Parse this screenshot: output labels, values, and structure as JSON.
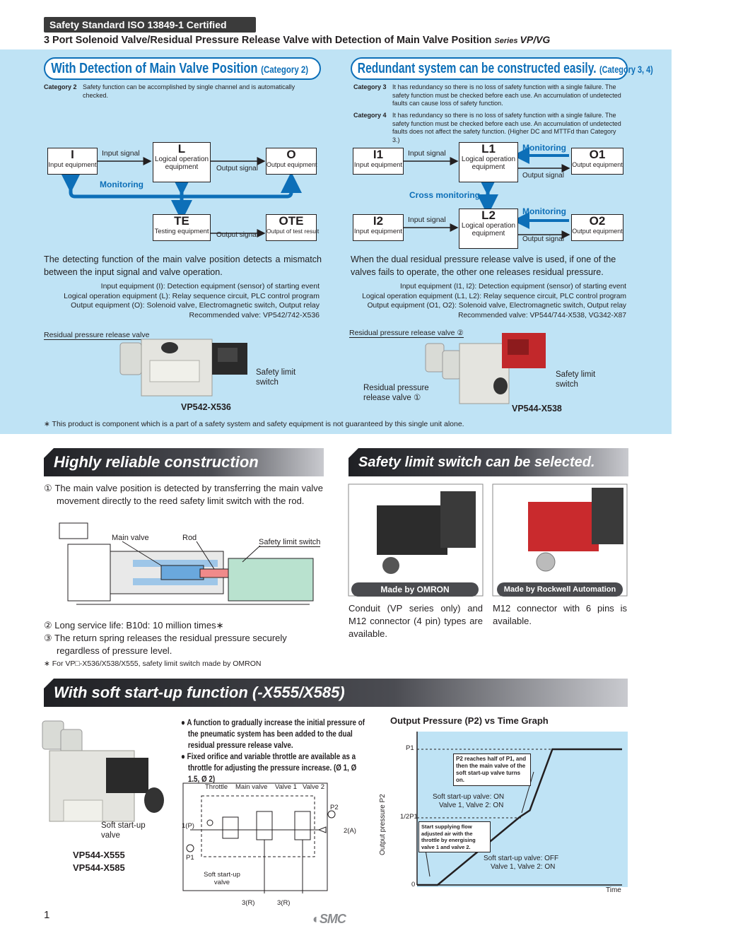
{
  "header": {
    "cert": "Safety Standard ISO 13849-1 Certified",
    "title": "3 Port Solenoid Valve/Residual Pressure Release Valve with Detection of Main Valve Position",
    "series_prefix": "Series",
    "series_name": "VP/VG"
  },
  "left_panel": {
    "pill_main": "With Detection of Main Valve Position",
    "pill_cat": "(Category 2)",
    "cat_label": "Category 2",
    "cat_text": "Safety function can be accomplished by single channel and is automatically checked.",
    "boxes": {
      "I": {
        "big": "I",
        "small": "Input equipment"
      },
      "L": {
        "big": "L",
        "small": "Logical operation equipment"
      },
      "O": {
        "big": "O",
        "small": "Output equipment"
      },
      "TE": {
        "big": "TE",
        "small": "Testing equipment"
      },
      "OTE": {
        "big": "OTE",
        "small": "Output of test result"
      }
    },
    "input_signal": "Input signal",
    "output_signal_1": "Output signal",
    "output_signal_2": "Output signal",
    "monitoring": "Monitoring",
    "description": "The detecting function of the main valve position detects a mismatch between the input signal and valve operation.",
    "specs": [
      "Input equipment (I): Detection equipment (sensor) of starting event",
      "Logical operation equipment (L): Relay sequence circuit, PLC control program",
      "Output equipment (O): Solenoid valve, Electromagnetic switch, Output relay",
      "Recommended valve: VP542/742-X536"
    ],
    "photo_label_release": "Residual pressure release valve",
    "photo_label_switch": "Safety limit switch",
    "model": "VP542-X536"
  },
  "right_panel": {
    "pill_main": "Redundant system can be constructed easily.",
    "pill_cat": "(Category 3, 4)",
    "cat3_label": "Category 3",
    "cat3_text": "It has redundancy so there is no loss of safety function with a single failure. The safety function must be checked before each use. An accumulation of undetected faults can cause loss of safety function.",
    "cat4_label": "Category 4",
    "cat4_text": "It has redundancy so there is no loss of safety function with a single failure. The safety function must be checked before each use. An accumulation of undetected faults does not affect the safety function. (Higher DC and MTTFd than Category 3.)",
    "boxes": {
      "I1": {
        "big": "I1",
        "small": "Input equipment"
      },
      "L1": {
        "big": "L1",
        "small": "Logical operation equipment"
      },
      "O1": {
        "big": "O1",
        "small": "Output equipment"
      },
      "I2": {
        "big": "I2",
        "small": "Input equipment"
      },
      "L2": {
        "big": "L2",
        "small": "Logical operation equipment"
      },
      "O2": {
        "big": "O2",
        "small": "Output equipment"
      }
    },
    "input_signal_1": "Input signal",
    "input_signal_2": "Input signal",
    "output_signal_1": "Output signal",
    "output_signal_2": "Output signal",
    "monitoring_1": "Monitoring",
    "monitoring_2": "Monitoring",
    "cross_monitoring": "Cross monitoring",
    "description": "When the dual residual pressure release valve is used, if one of the valves fails to operate, the other one releases residual pressure.",
    "specs": [
      "Input equipment (I1, I2): Detection equipment (sensor) of starting event",
      "Logical operation equipment (L1, L2): Relay sequence circuit, PLC control program",
      "Output equipment (O1, O2): Solenoid valve, Electromagnetic switch, Output relay",
      "Recommended valve: VP544/744-X538, VG342-X87"
    ],
    "photo_label_release2": "Residual pressure release valve ②",
    "photo_label_release1": "Residual pressure release valve ①",
    "photo_label_switch": "Safety limit switch",
    "model": "VP544-X538"
  },
  "band_note": "∗ This product is component which is a part of a safety system and safety equipment is not guaranteed by this single unit alone.",
  "reliable": {
    "title": "Highly reliable construction",
    "point1": "① The main valve position is detected by transferring the main valve movement directly to the reed safety limit switch with the rod.",
    "label_main_valve": "Main valve",
    "label_rod": "Rod",
    "label_switch": "Safety limit switch",
    "point2": "② Long service life: B10d: 10 million times∗",
    "point3": "③ The return spring releases the residual pressure securely regardless of pressure level.",
    "footnote": "∗ For VP□-X536/X538/X555, safety limit switch made by OMRON"
  },
  "switch_select": {
    "title": "Safety limit switch can be selected.",
    "badge_omron": "Made by OMRON",
    "badge_rockwell": "Made by Rockwell Automation",
    "text_omron": "Conduit (VP series only) and M12 connector (4 pin) types are available.",
    "text_rockwell": "M12 connector with 6 pins is available."
  },
  "softstart": {
    "title": "With soft start-up function (-X555/X585)",
    "photo_label": "Soft start-up valve",
    "model1": "VP544-X555",
    "model2": "VP544-X585",
    "bullet1": "A function to gradually increase the initial pressure of the pneumatic system has been added to the dual residual pressure release valve.",
    "bullet2": "Fixed orifice and variable throttle are available as a throttle for adjusting the pressure increase. (Ø 1, Ø 1.5, Ø 2)",
    "schem_throttle": "Throttle",
    "schem_main_valve": "Main valve",
    "schem_valve1": "Valve 1",
    "schem_valve2": "Valve 2",
    "schem_p": "1(P)",
    "schem_a": "2(A)",
    "schem_p1": "P1",
    "schem_p2": "P2",
    "schem_soft": "Soft start-up valve",
    "schem_r1": "3(R)",
    "schem_r2": "3(R)"
  },
  "graph": {
    "title": "Output Pressure (P2) vs Time Graph",
    "ylabel": "Output pressure P2",
    "xlabel": "Time",
    "tick_p1": "P1",
    "tick_half": "1/2P1",
    "tick_zero": "0",
    "note_top": "P2 reaches half of P1, and then the main valve of the soft start-up valve turns on.",
    "state_on_1": "Soft start-up valve: ON",
    "state_on_2": "Valve 1, Valve 2: ON",
    "note_start": "Start supplying flow adjusted air with the throttle by energising valve 1 and valve 2.",
    "state_off_1": "Soft start-up valve: OFF",
    "state_off_2": "Valve 1, Valve 2: ON"
  },
  "chart_data": {
    "type": "line",
    "title": "Output Pressure (P2) vs Time Graph",
    "xlabel": "Time",
    "ylabel": "Output pressure P2",
    "y_ticks": [
      "0",
      "1/2P1",
      "P1"
    ],
    "series": [
      {
        "x": [
          0.0,
          0.05,
          0.1,
          0.5,
          0.55,
          0.66,
          1.0
        ],
        "y": [
          0.0,
          0.0,
          0.0,
          0.5,
          0.55,
          1.0,
          1.0
        ]
      }
    ]
  },
  "footer": {
    "page": "1",
    "brand": "SMC"
  }
}
